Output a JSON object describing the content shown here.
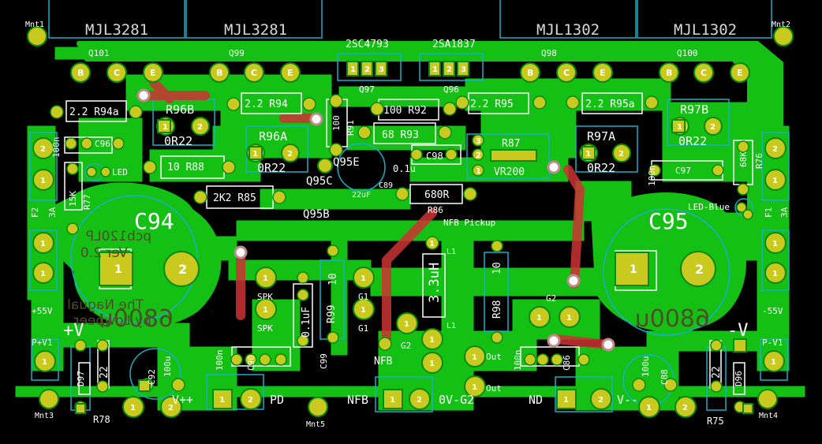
{
  "colors": {
    "background": "#000000",
    "copper_top": "#cc3333",
    "copper_bottom": "#15c015",
    "pad": "#c9c920",
    "silkscreen": "#ffffff",
    "courtyard": "#18b0c8"
  },
  "transistors_top": [
    "MJL3281",
    "MJL3281",
    "MJL1302",
    "MJL1302"
  ],
  "small_transistors": [
    "2SC4793",
    "2SA1837"
  ],
  "ref_labels": {
    "q101": "Q101",
    "q99": "Q99",
    "q98": "Q98",
    "q100": "Q100",
    "q97": "Q97",
    "q96": "Q96",
    "q95e": "Q95E",
    "q95c": "Q95C",
    "q95b": "Q95B",
    "r96b": "R96B",
    "r96b_val": "0R22",
    "r96a": "R96A",
    "r96a_val": "0R22",
    "r97b": "R97B",
    "r97b_val": "0R22",
    "r97a": "R97A",
    "r97a_val": "0R22",
    "r94a": "2.2 R94a",
    "r94": "2.2 R94",
    "r92": "100 R92",
    "r95": "2.2 R95",
    "r95a": "2.2 R95a",
    "r93": "68 R93",
    "r91": "R91",
    "r91_val": "100",
    "r88": "10 R88",
    "r85": "2K2 R85",
    "r86_val": "680R",
    "r86": "R86",
    "r87": "R87",
    "vr200": "VR200",
    "c98": "C98",
    "c98_val": "0.1u",
    "c89": "C89",
    "c89_val": "22uF",
    "c96": "C96",
    "c96_val": "100n",
    "led": "LED",
    "r77": "R77",
    "r77_val": "15K",
    "f2": "F2",
    "f2_val": "3A",
    "f1": "F1",
    "f1_val": "3A",
    "r76": "R76",
    "r76_val": "68K",
    "c97": "C97",
    "c97_val": "100n",
    "led_blue": "LED-Blue",
    "c94": "C94",
    "c95": "C95",
    "cap_bottom_value": "6800u",
    "nfb_pickup": "NFB Pickup",
    "l1": "L1",
    "inductor": "3.3uH",
    "r99": "R99",
    "r99_val": "10",
    "r98": "R98",
    "r98_val": "10",
    "c99": "C99",
    "c99_val": "0.1uF",
    "c90": "C90",
    "c90_val": "100n",
    "c86": "C86",
    "c86_val": "100n",
    "c92": "C92",
    "c92_val": "100u",
    "c88": "C88",
    "c88_val": "100u",
    "d97": "D97",
    "d96": "D96",
    "r78": "R78",
    "r75": "R75",
    "val22": "22",
    "spk": "SPK",
    "g1": "G1",
    "g2": "G2",
    "out": "Out",
    "nfb": "NFB",
    "pd": "PD",
    "nd": "ND",
    "ov_g2": "0V-G2",
    "vpp": "V++",
    "vmm": "V--",
    "plus55": "+55V",
    "minus55": "-55V",
    "pv1": "P+V1",
    "pv1n": "P-V1",
    "plusv": "+V",
    "minusv": "-V",
    "mnt1": "Mnt1",
    "mnt2": "Mnt2",
    "mnt3": "Mnt3",
    "mnt4": "Mnt4",
    "mnt5": "Mnt5"
  },
  "board_title": [
    "The Nagual",
    "by Lowpeer",
    "pcb120LP",
    "Ver 2.0"
  ],
  "pad_labels": {
    "b": "B",
    "c": "C",
    "e": "E",
    "one": "1",
    "two": "2",
    "three": "3"
  }
}
